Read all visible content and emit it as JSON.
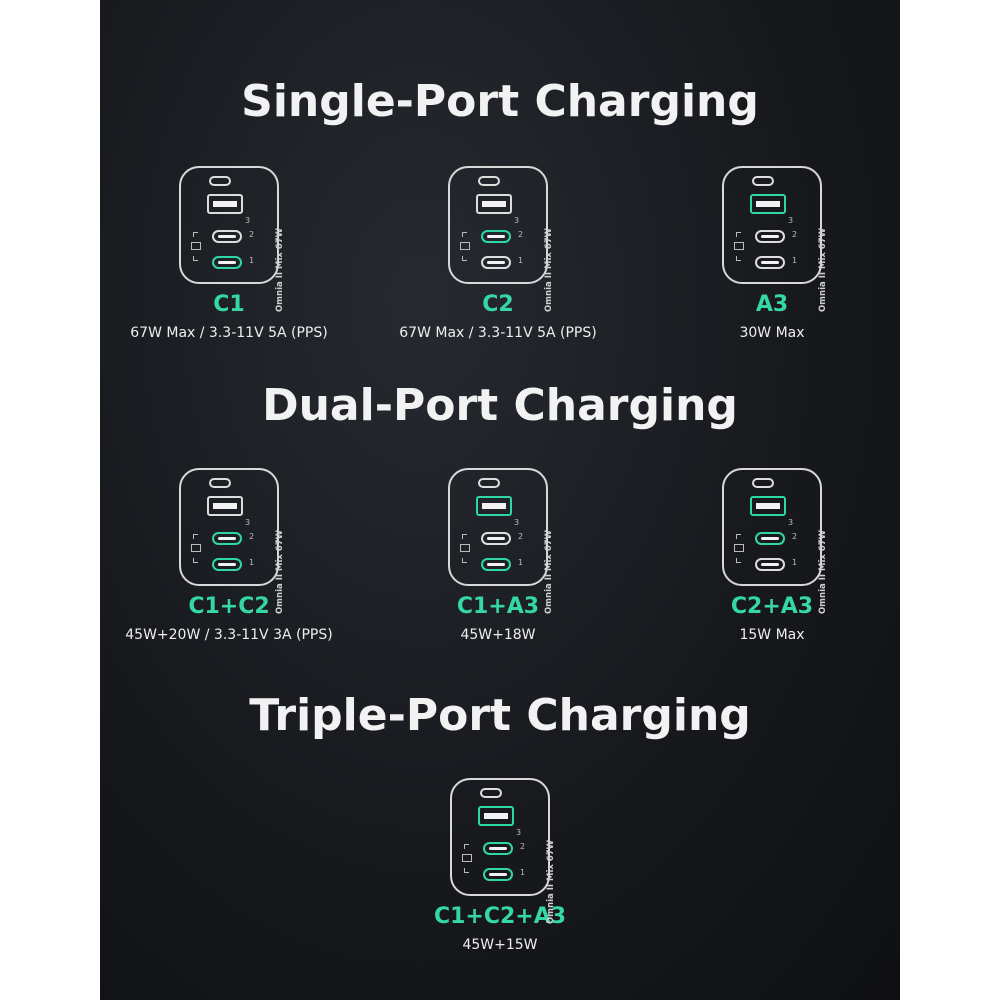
{
  "colors": {
    "accent": "#35d7a4",
    "background": "#17191d"
  },
  "brand_text": "Omnia II Mix 67W",
  "sections": [
    {
      "title": "Single-Port Charging",
      "cards": [
        {
          "label": "C1",
          "spec": "67W Max /  3.3-11V 5A (PPS)",
          "active": [
            "c1"
          ]
        },
        {
          "label": "C2",
          "spec": "67W Max /  3.3-11V 5A (PPS)",
          "active": [
            "c2"
          ]
        },
        {
          "label": "A3",
          "spec": "30W Max",
          "active": [
            "a3"
          ]
        }
      ]
    },
    {
      "title": "Dual-Port Charging",
      "cards": [
        {
          "label": "C1+C2",
          "spec": "45W+20W  /  3.3-11V 3A (PPS)",
          "active": [
            "c1",
            "c2"
          ]
        },
        {
          "label": "C1+A3",
          "spec": "45W+18W",
          "active": [
            "c1",
            "a3"
          ]
        },
        {
          "label": "C2+A3",
          "spec": "15W Max",
          "active": [
            "c2",
            "a3"
          ]
        }
      ]
    },
    {
      "title": "Triple-Port Charging",
      "cards": [
        {
          "label": "C1+C2+A3",
          "spec": "45W+15W",
          "active": [
            "c1",
            "c2",
            "a3"
          ]
        }
      ]
    }
  ],
  "port_numbers": [
    "3",
    "2",
    "1"
  ]
}
